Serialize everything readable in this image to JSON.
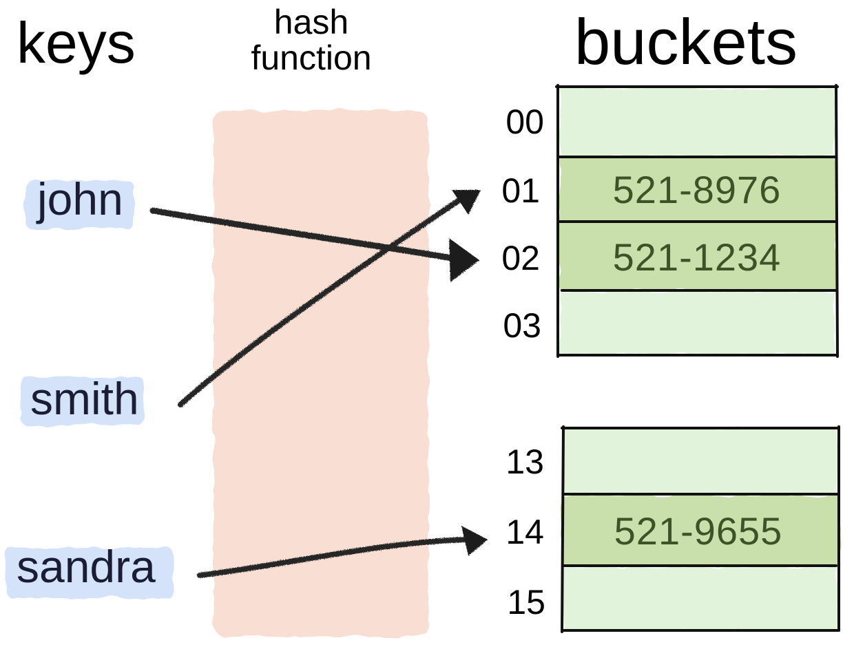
{
  "headers": {
    "keys": "keys",
    "hash_function": "hash\nfunction",
    "buckets": "buckets"
  },
  "keys": [
    "john",
    "smith",
    "sandra"
  ],
  "buckets_top": [
    {
      "index": "00",
      "value": ""
    },
    {
      "index": "01",
      "value": "521-8976"
    },
    {
      "index": "02",
      "value": "521-1234"
    },
    {
      "index": "03",
      "value": ""
    }
  ],
  "buckets_bottom": [
    {
      "index": "13",
      "value": ""
    },
    {
      "index": "14",
      "value": "521-9655"
    },
    {
      "index": "15",
      "value": ""
    }
  ],
  "mappings": [
    {
      "key": "john",
      "bucket": "02"
    },
    {
      "key": "smith",
      "bucket": "01"
    },
    {
      "key": "sandra",
      "bucket": "14"
    }
  ],
  "colors": {
    "hash_function_fill": "#f9dfd3",
    "key_highlight": "#d5e3fa",
    "bucket_empty": "#e2f3dc",
    "bucket_filled": "#c9e0ad",
    "arrow": "#262626"
  }
}
